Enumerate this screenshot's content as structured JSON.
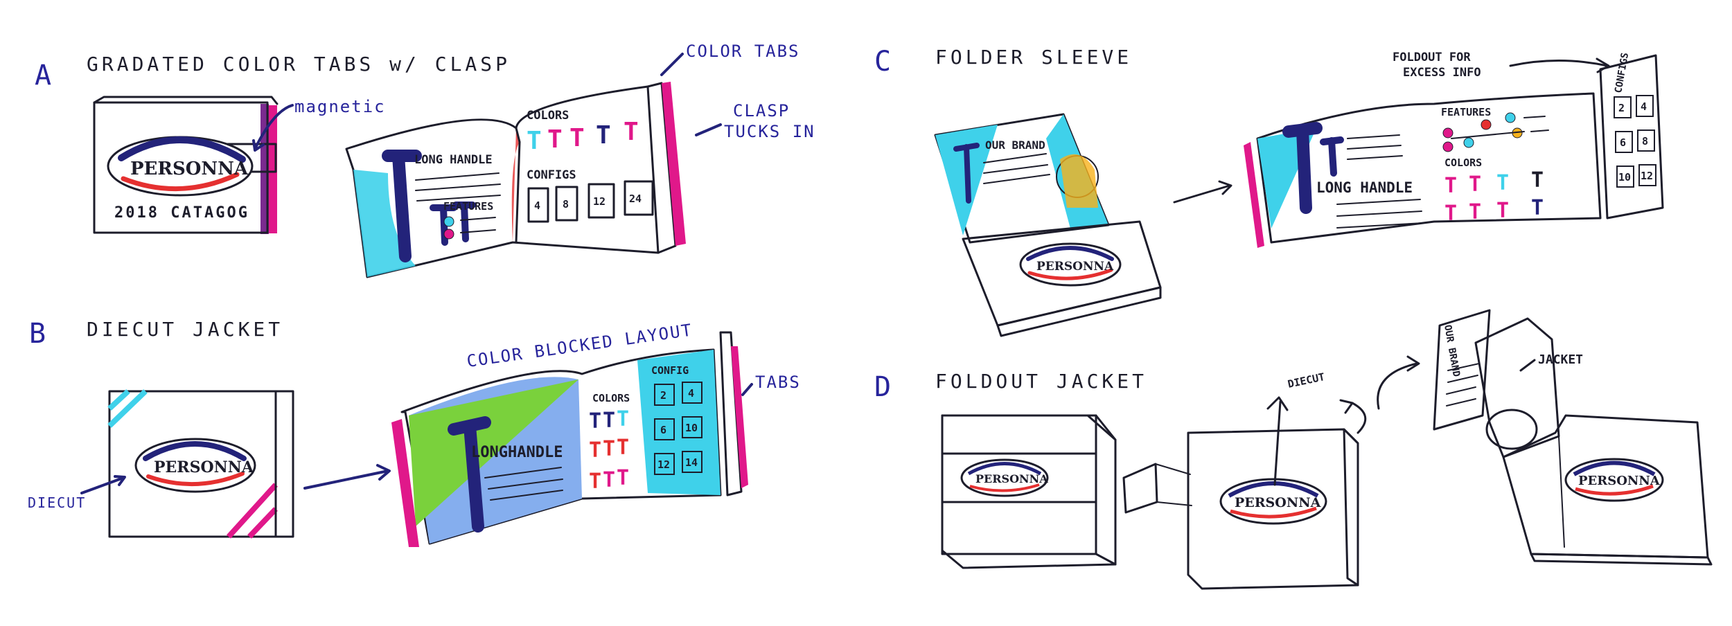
{
  "sections": {
    "a": {
      "letter": "A",
      "title": "GRADATED COLOR TABS w/ CLASP"
    },
    "b": {
      "letter": "B",
      "title": "DIECUT JACKET"
    },
    "c": {
      "letter": "C",
      "title": "FOLDER SLEEVE"
    },
    "d": {
      "letter": "D",
      "title": "FOLDOUT JACKET"
    }
  },
  "annotations": {
    "magnetic": "magnetic",
    "color_tabs": "COLOR TABS",
    "clasp_line1": "CLASP",
    "clasp_line2": "TUCKS IN",
    "color_blocked": "COLOR BLOCKED LAYOUT",
    "tabs": "TABS",
    "diecut_b": "DIECUT",
    "foldout_line1": "FOLDOUT FOR",
    "foldout_line2": "EXCESS INFO",
    "diecut_d": "DIECUT",
    "jacket": "JACKET"
  },
  "book_text": {
    "brand": "PERSONNA",
    "catalog": "2018 CATAGOG",
    "long_handle": "LONG HANDLE",
    "longhandle_b": "LONGHANDLE",
    "features": "FEATURES",
    "colors": "COLORS",
    "configs": "CONFIGS",
    "config": "CONFIG",
    "our_brand": "OUR BRAND",
    "config_a": [
      "4",
      "8",
      "12",
      "24"
    ],
    "config_b": [
      "2",
      "4",
      "6",
      "10",
      "12",
      "14"
    ],
    "config_c": [
      "2",
      "4",
      "6",
      "8",
      "10",
      "12"
    ]
  },
  "colors": {
    "cyan": "#3fd1ea",
    "magenta": "#e0188a",
    "navy": "#23237a",
    "orange": "#f26a2e",
    "yellow": "#f7b21c",
    "green": "#7ad13c",
    "red": "#e53030"
  }
}
